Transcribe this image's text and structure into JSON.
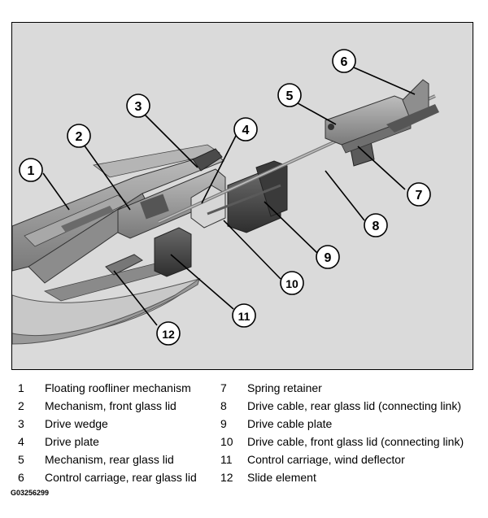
{
  "figure_code": "G03256299",
  "callouts": [
    "1",
    "2",
    "3",
    "4",
    "5",
    "6",
    "7",
    "8",
    "9",
    "10",
    "11",
    "12"
  ],
  "legend": [
    {
      "num": "1",
      "text": "Floating roofliner mechanism"
    },
    {
      "num": "2",
      "text": "Mechanism, front glass lid"
    },
    {
      "num": "3",
      "text": "Drive wedge"
    },
    {
      "num": "4",
      "text": "Drive plate"
    },
    {
      "num": "5",
      "text": "Mechanism, rear glass lid"
    },
    {
      "num": "6",
      "text": "Control carriage, rear glass lid"
    },
    {
      "num": "7",
      "text": "Spring retainer"
    },
    {
      "num": "8",
      "text": "Drive cable, rear glass lid (connecting link)"
    },
    {
      "num": "9",
      "text": "Drive cable plate"
    },
    {
      "num": "10",
      "text": "Drive cable, front glass lid (connecting link)"
    },
    {
      "num": "11",
      "text": "Control carriage, wind deflector"
    },
    {
      "num": "12",
      "text": "Slide element"
    }
  ]
}
